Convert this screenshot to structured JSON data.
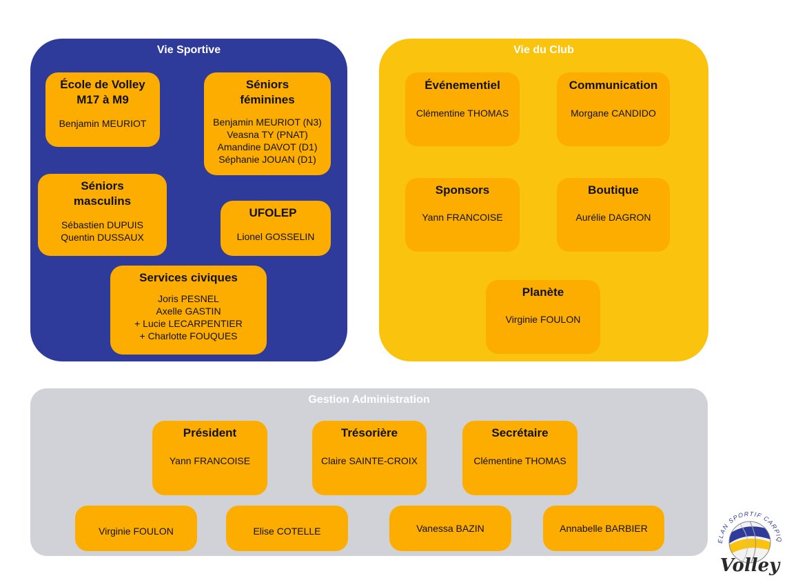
{
  "groups": {
    "sport": {
      "title": "Vie Sportive",
      "boxes": [
        {
          "title": "École de Volley M17 à M9",
          "names": [
            "Benjamin MEURIOT"
          ]
        },
        {
          "title": "Séniors féminines",
          "names": [
            "Benjamin MEURIOT (N3)",
            "Veasna TY (PNAT)",
            "Amandine DAVOT (D1)",
            "Séphanie JOUAN (D1)"
          ]
        },
        {
          "title": "Séniors masculins",
          "names": [
            "Sébastien DUPUIS",
            "Quentin DUSSAUX"
          ]
        },
        {
          "title": "UFOLEP",
          "names": [
            "Lionel GOSSELIN"
          ]
        },
        {
          "title": "Services civiques",
          "names": [
            "Joris PESNEL",
            "Axelle GASTIN",
            "+ Lucie LECARPENTIER",
            "+ Charlotte FOUQUES"
          ]
        }
      ]
    },
    "club": {
      "title": "Vie du Club",
      "boxes": [
        {
          "title": "Événementiel",
          "names": [
            "Clémentine THOMAS"
          ]
        },
        {
          "title": "Communication",
          "names": [
            "Morgane CANDIDO"
          ]
        },
        {
          "title": "Sponsors",
          "names": [
            "Yann FRANCOISE"
          ]
        },
        {
          "title": "Boutique",
          "names": [
            "Aurélie DAGRON"
          ]
        },
        {
          "title": "Planète",
          "names": [
            "Virginie FOULON"
          ]
        }
      ]
    },
    "admin": {
      "title": "Gestion Administration",
      "boxes": [
        {
          "title": "Président",
          "names": [
            "Yann FRANCOISE"
          ]
        },
        {
          "title": "Trésorière",
          "names": [
            "Claire SAINTE-CROIX"
          ]
        },
        {
          "title": "Secrétaire",
          "names": [
            "Clémentine THOMAS"
          ]
        },
        {
          "title": "",
          "names": [
            "Virginie FOULON"
          ]
        },
        {
          "title": "",
          "names": [
            "Elise COTELLE"
          ]
        },
        {
          "title": "",
          "names": [
            "Vanessa BAZIN"
          ]
        },
        {
          "title": "",
          "names": [
            "Annabelle BARBIER"
          ]
        }
      ]
    }
  },
  "logo": {
    "arc_text": "ELAN SPORTIF CARPIQUET",
    "word": "Volley",
    "icon": "volleyball-icon"
  },
  "colors": {
    "sport_bg": "#2e3b9b",
    "club_bg": "#f9c30e",
    "admin_bg": "#d0d2d8",
    "box": "#fcad00"
  }
}
